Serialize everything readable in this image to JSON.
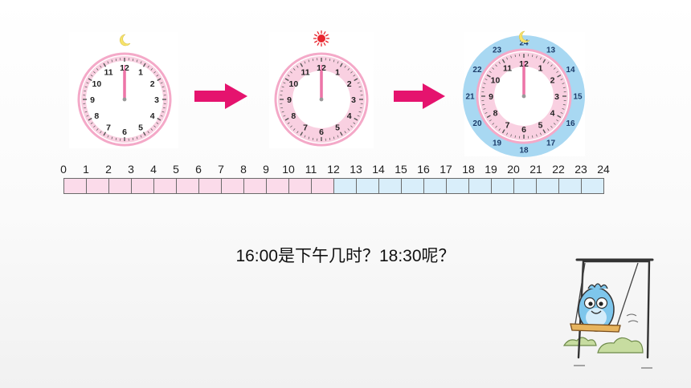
{
  "clocks": [
    {
      "icon": "moon-icon",
      "numbers": [
        "12",
        "1",
        "2",
        "3",
        "4",
        "5",
        "6",
        "7",
        "8",
        "9",
        "10",
        "11"
      ],
      "outer_numbers": []
    },
    {
      "icon": "sun-icon",
      "numbers": [
        "12",
        "1",
        "2",
        "3",
        "4",
        "5",
        "6",
        "7",
        "8",
        "9",
        "10",
        "11"
      ],
      "outer_numbers": []
    },
    {
      "icon": "moon-icon",
      "numbers": [
        "12",
        "1",
        "2",
        "3",
        "4",
        "5",
        "6",
        "7",
        "8",
        "9",
        "10",
        "11"
      ],
      "outer_numbers": [
        "24",
        "13",
        "14",
        "15",
        "16",
        "17",
        "18",
        "19",
        "20",
        "21",
        "22",
        "23"
      ]
    }
  ],
  "timeline": {
    "labels": [
      "0",
      "1",
      "2",
      "3",
      "4",
      "5",
      "6",
      "7",
      "8",
      "9",
      "10",
      "11",
      "12",
      "13",
      "14",
      "15",
      "16",
      "17",
      "18",
      "19",
      "20",
      "21",
      "22",
      "23",
      "24"
    ],
    "am_color": "#fbdbea",
    "pm_color": "#d9eefa"
  },
  "colors": {
    "arrow": "#e5136e",
    "clock_pink": "#f4a9c8",
    "clock_blue": "#a8d8f2",
    "moon": "#f7e36a",
    "sun": "#e8262f"
  },
  "question": {
    "text": "16:00是下午几时？18:30呢？"
  }
}
